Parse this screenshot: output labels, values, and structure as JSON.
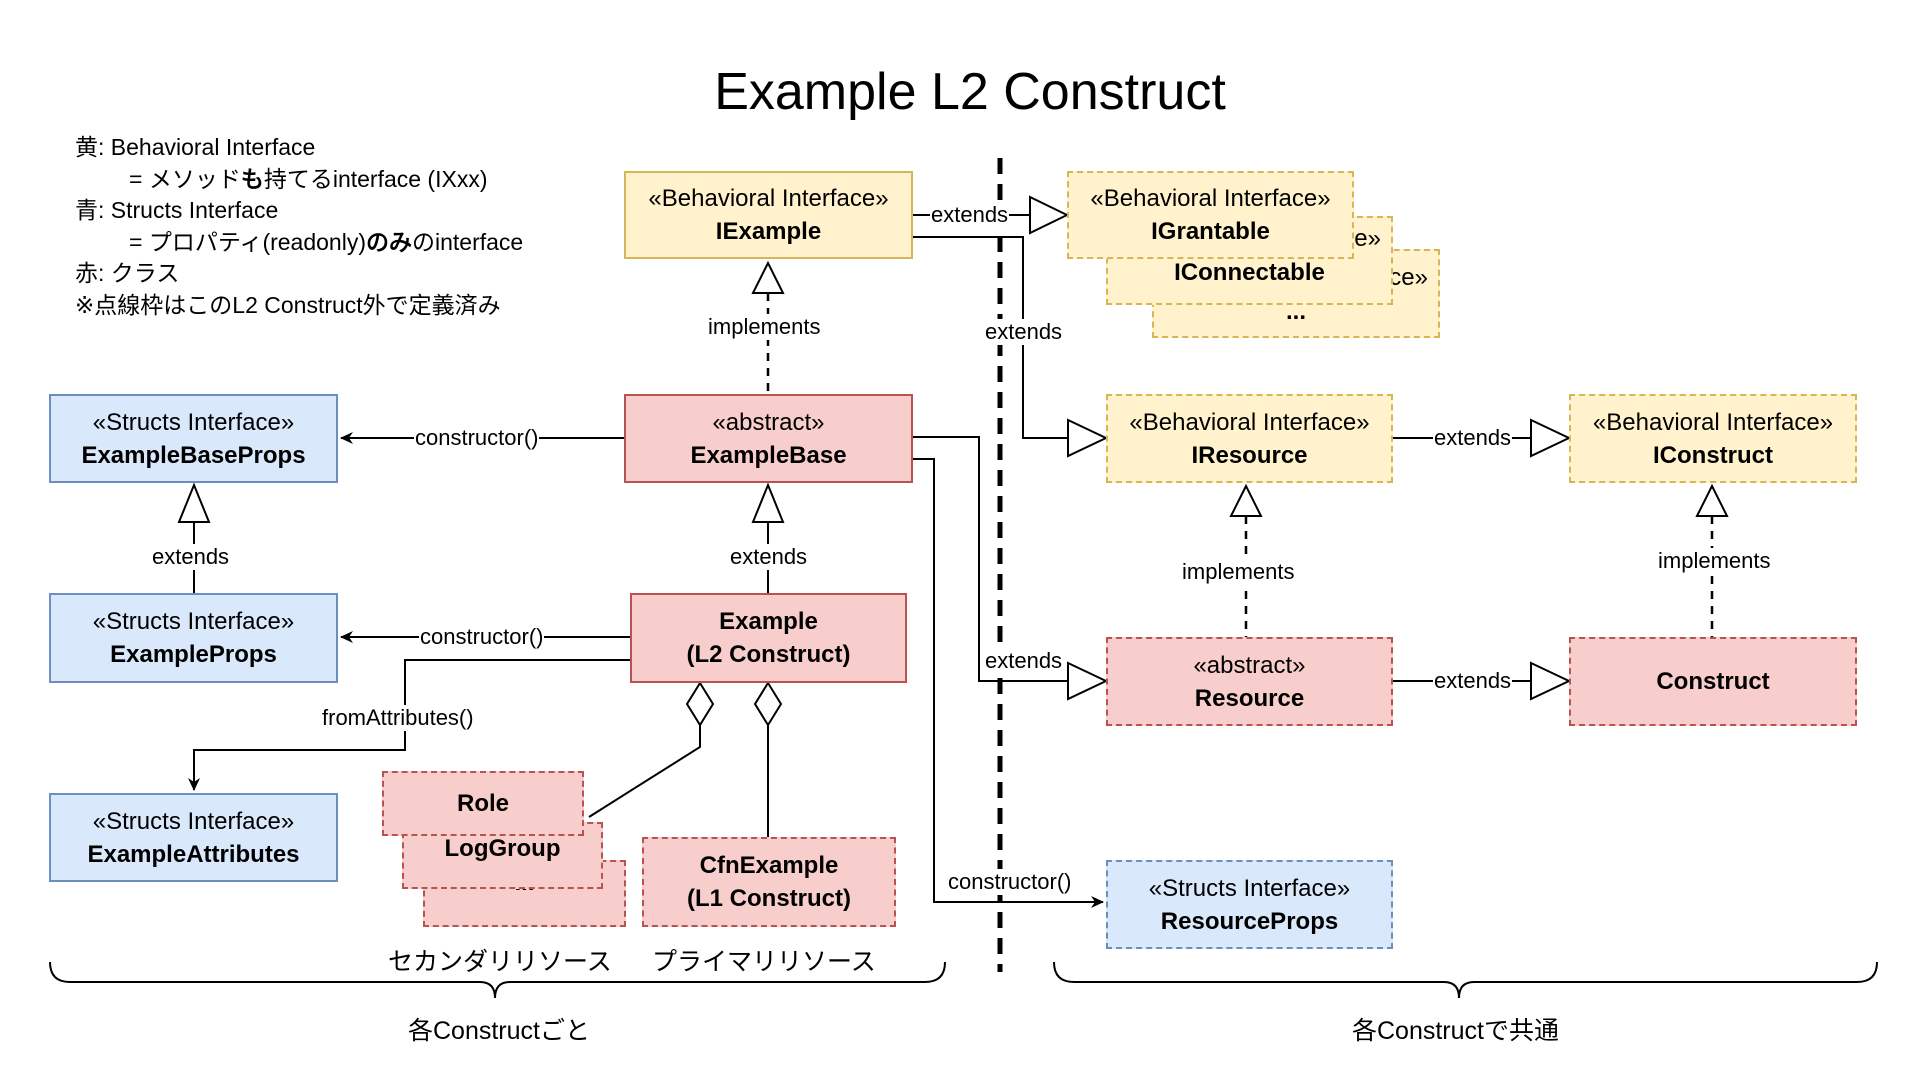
{
  "title": "Example L2 Construct",
  "legend": {
    "line1": "黄: Behavioral Interface",
    "line2_prefix": "= メソッド",
    "line2_bold": "も",
    "line2_suffix": "持てるinterface (IXxx)",
    "line3": "青: Structs Interface",
    "line4_prefix": "= プロパティ(readonly)",
    "line4_bold": "のみ",
    "line4_suffix": "のinterface",
    "line5": "赤: クラス",
    "line6": "※点線枠はこのL2 Construct外で定義済み"
  },
  "colors": {
    "behavioral_fill": "#fff2cc",
    "behavioral_border": "#d6b656",
    "structs_fill": "#dae8fc",
    "structs_border": "#6c8ebf",
    "class_fill": "#f8cecc",
    "class_border": "#b85450"
  },
  "nodes": {
    "iexample": {
      "stereotype": "«Behavioral Interface»",
      "name": "IExample"
    },
    "igrantable": {
      "stereotype": "«Behavioral Interface»",
      "name": "IGrantable"
    },
    "iconnectable": {
      "stereotype_partial": "e»",
      "name": "IConnectable"
    },
    "ibehavioral_more": {
      "stereotype_partial": "ce»",
      "name": "..."
    },
    "example_base_props": {
      "stereotype": "«Structs Interface»",
      "name": "ExampleBaseProps"
    },
    "example_base": {
      "stereotype": "«abstract»",
      "name": "ExampleBase"
    },
    "iresource": {
      "stereotype": "«Behavioral Interface»",
      "name": "IResource"
    },
    "iconstruct": {
      "stereotype": "«Behavioral Interface»",
      "name": "IConstruct"
    },
    "example_props": {
      "stereotype": "«Structs Interface»",
      "name": "ExampleProps"
    },
    "example": {
      "name_line1": "Example",
      "name_line2": "(L2 Construct)"
    },
    "resource": {
      "stereotype": "«abstract»",
      "name": "Resource"
    },
    "construct": {
      "name": "Construct"
    },
    "example_attributes": {
      "stereotype": "«Structs Interface»",
      "name": "ExampleAttributes"
    },
    "role": {
      "name": "Role"
    },
    "log_group": {
      "name": "LogGroup"
    },
    "secondary_more": {
      "name": "..."
    },
    "cfn_example": {
      "name_line1": "CfnExample",
      "name_line2": "(L1 Construct)"
    },
    "resource_props": {
      "stereotype": "«Structs Interface»",
      "name": "ResourceProps"
    }
  },
  "edge_labels": {
    "iexample_extends_igrantable": "extends",
    "iexample_extends_iresource": "extends",
    "examplebase_implements_iexample": "implements",
    "examplebase_constructor": "constructor()",
    "examplebaseprops_extends": "extends",
    "example_extends_examplebase": "extends",
    "example_constructor": "constructor()",
    "example_from_attributes": "fromAttributes()",
    "examplebase_extends_resource": "extends",
    "iresource_extends_iconstruct": "extends",
    "resource_implements_iresource": "implements",
    "resource_extends_construct": "extends",
    "construct_implements_iconstruct": "implements",
    "resource_props_constructor": "constructor()"
  },
  "captions": {
    "secondary_resources": "セカンダリリソース",
    "primary_resource": "プライマリリソース",
    "per_construct": "各Constructごと",
    "shared": "各Constructで共通"
  }
}
